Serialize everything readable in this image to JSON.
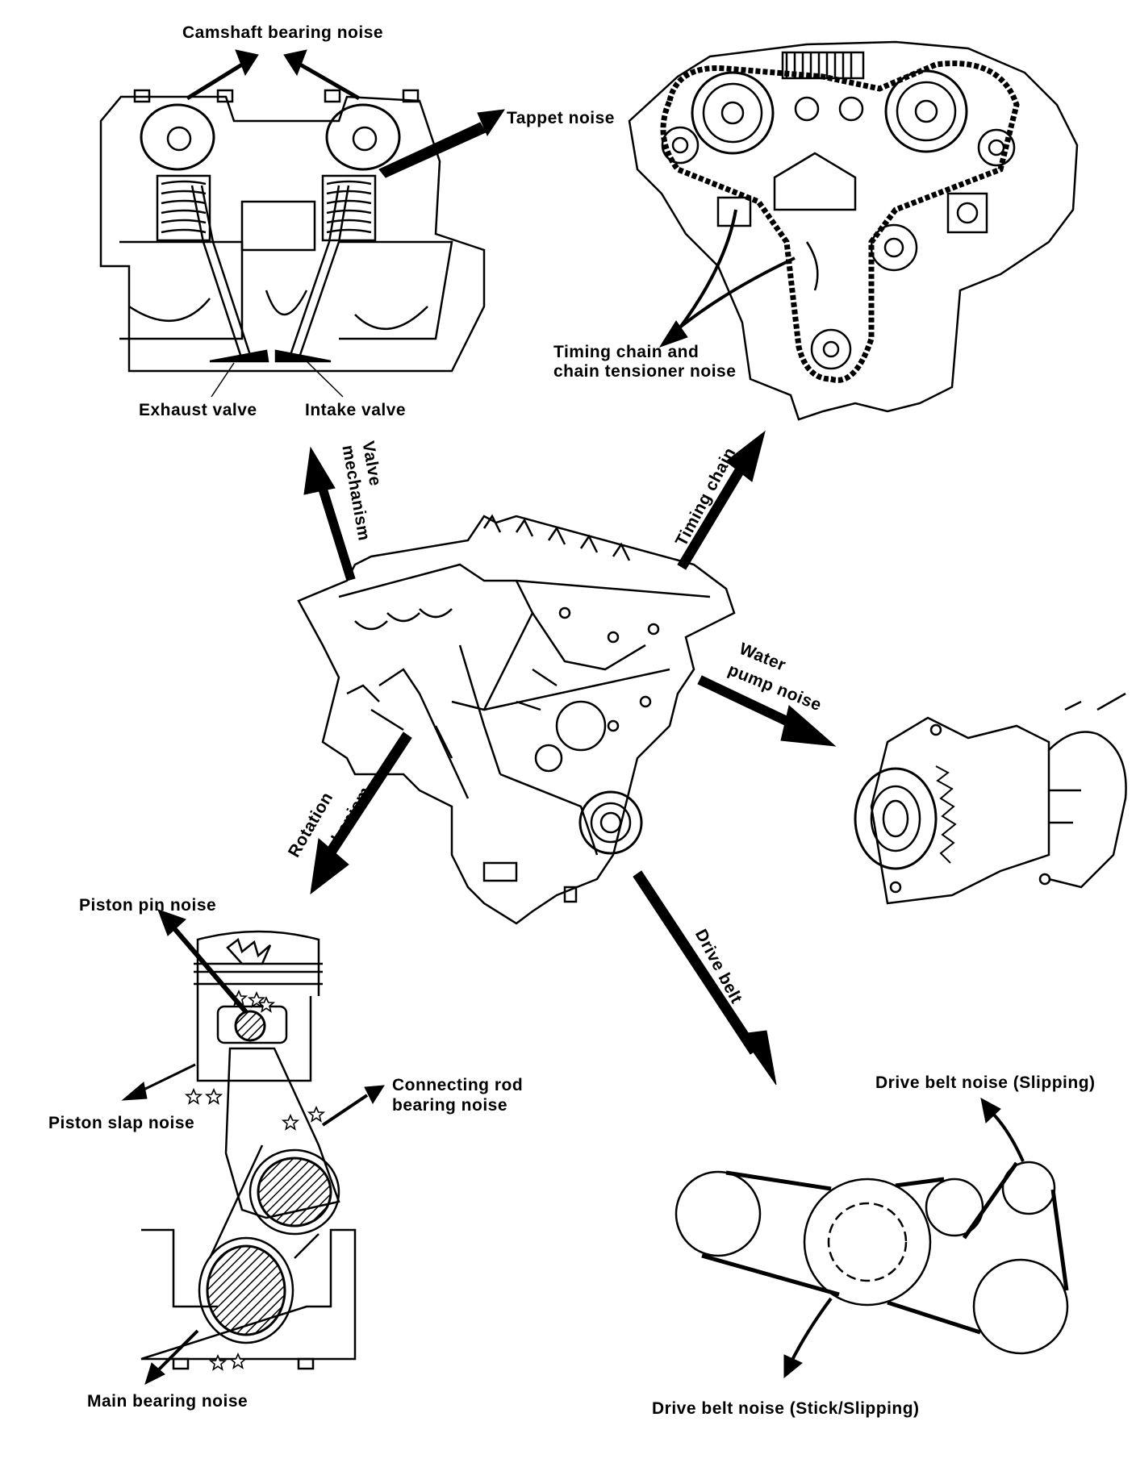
{
  "colors": {
    "ink": "#000000",
    "paper": "#ffffff"
  },
  "labels": {
    "camshaft_bearing_noise": "Camshaft bearing noise",
    "tappet_noise": "Tappet noise",
    "exhaust_valve": "Exhaust valve",
    "intake_valve": "Intake valve",
    "timing_chain_noise_line1": "Timing chain and",
    "timing_chain_noise_line2": "chain tensioner noise",
    "valve_mechanism_line1": "Valve",
    "valve_mechanism_line2": "mechanism",
    "timing_chain": "Timing chain",
    "water_pump_noise_line1": "Water",
    "water_pump_noise_line2": "pump noise",
    "rotation_mechanism_line1": "Rotation",
    "rotation_mechanism_line2": "mechanism",
    "drive_belt": "Drive belt",
    "piston_pin_noise": "Piston pin noise",
    "piston_slap_noise": "Piston slap noise",
    "connecting_rod_bearing_noise_line1": "Connecting rod",
    "connecting_rod_bearing_noise_line2": "bearing noise",
    "main_bearing_noise": "Main bearing noise",
    "drive_belt_noise_slipping": "Drive belt noise (Slipping)",
    "drive_belt_noise_stick_slipping": "Drive belt noise (Stick/Slipping)"
  }
}
